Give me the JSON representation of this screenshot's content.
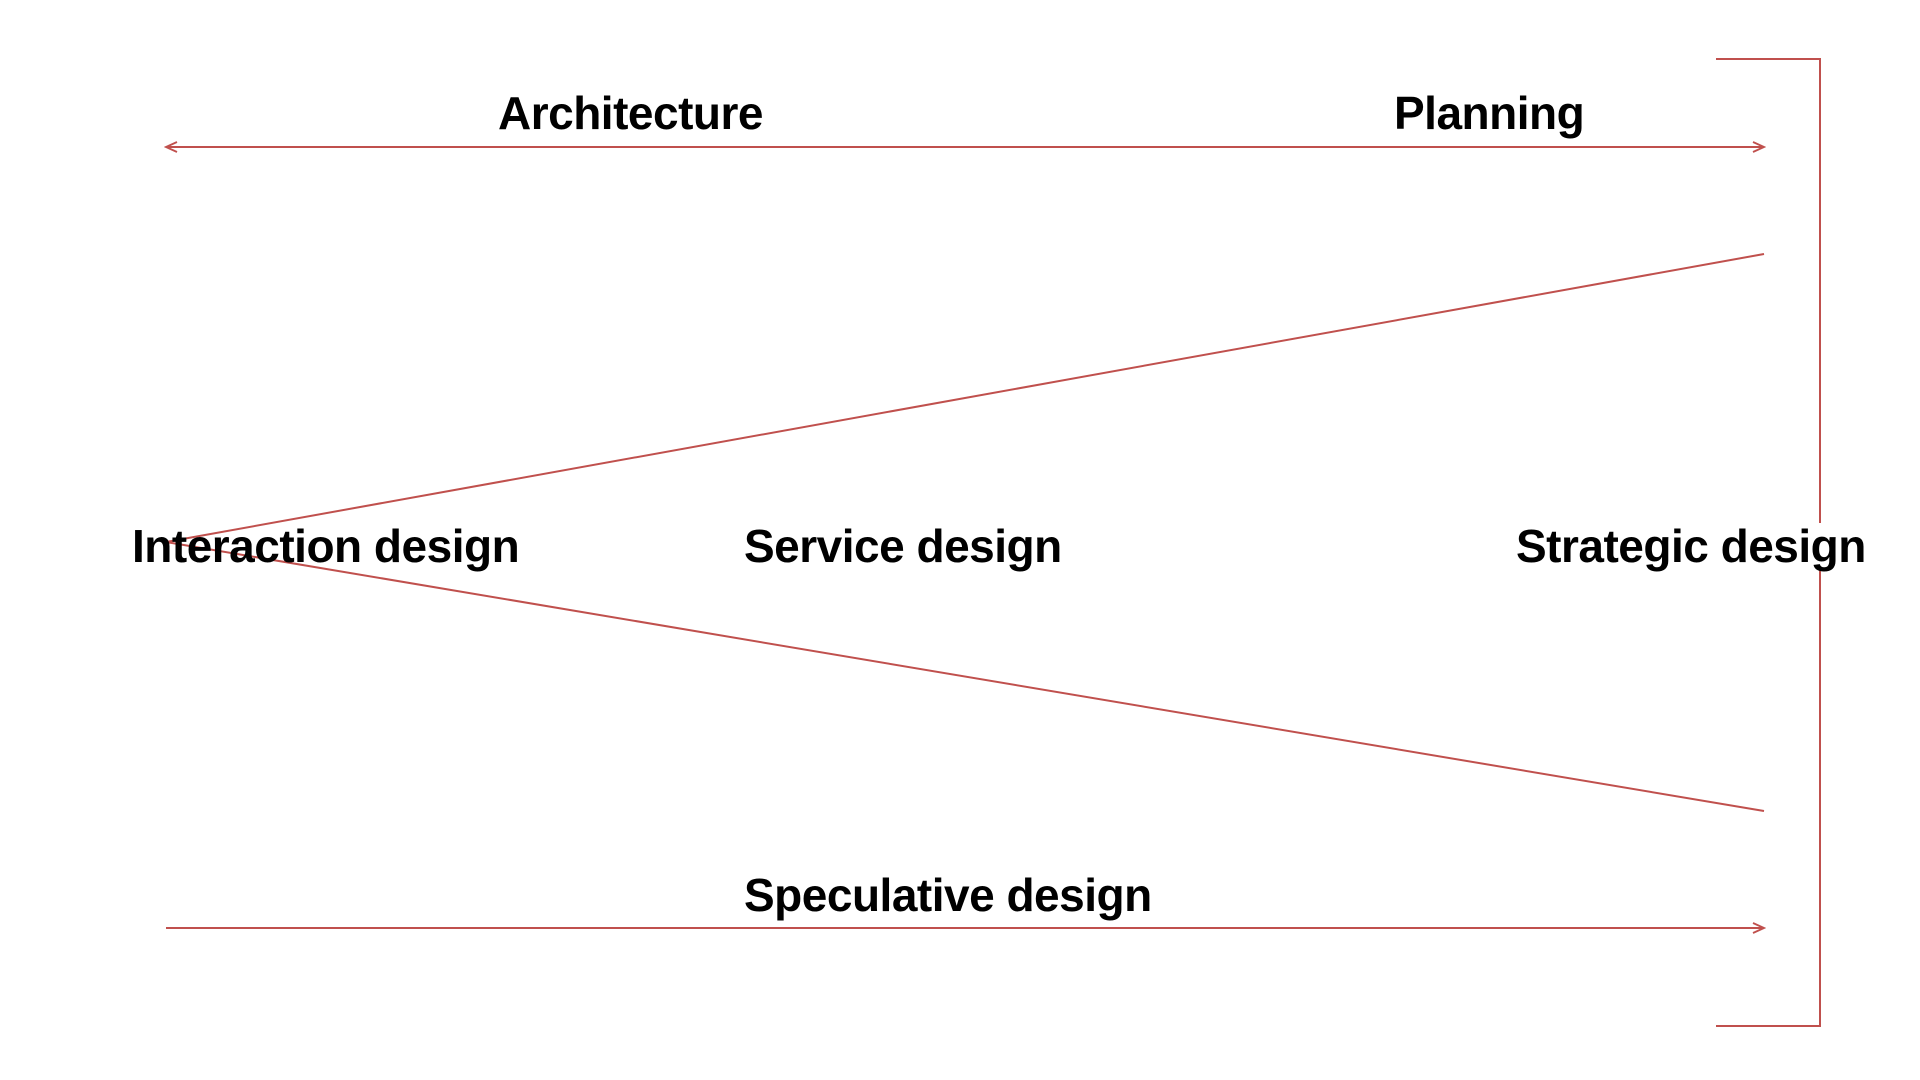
{
  "labels": {
    "architecture": "Architecture",
    "planning": "Planning",
    "interaction_design": "Interaction design",
    "service_design": "Service design",
    "strategic_design": "Strategic design",
    "speculative_design": "Speculative design"
  },
  "colors": {
    "line": "#c0504d",
    "text": "#000000",
    "background": "#ffffff"
  }
}
